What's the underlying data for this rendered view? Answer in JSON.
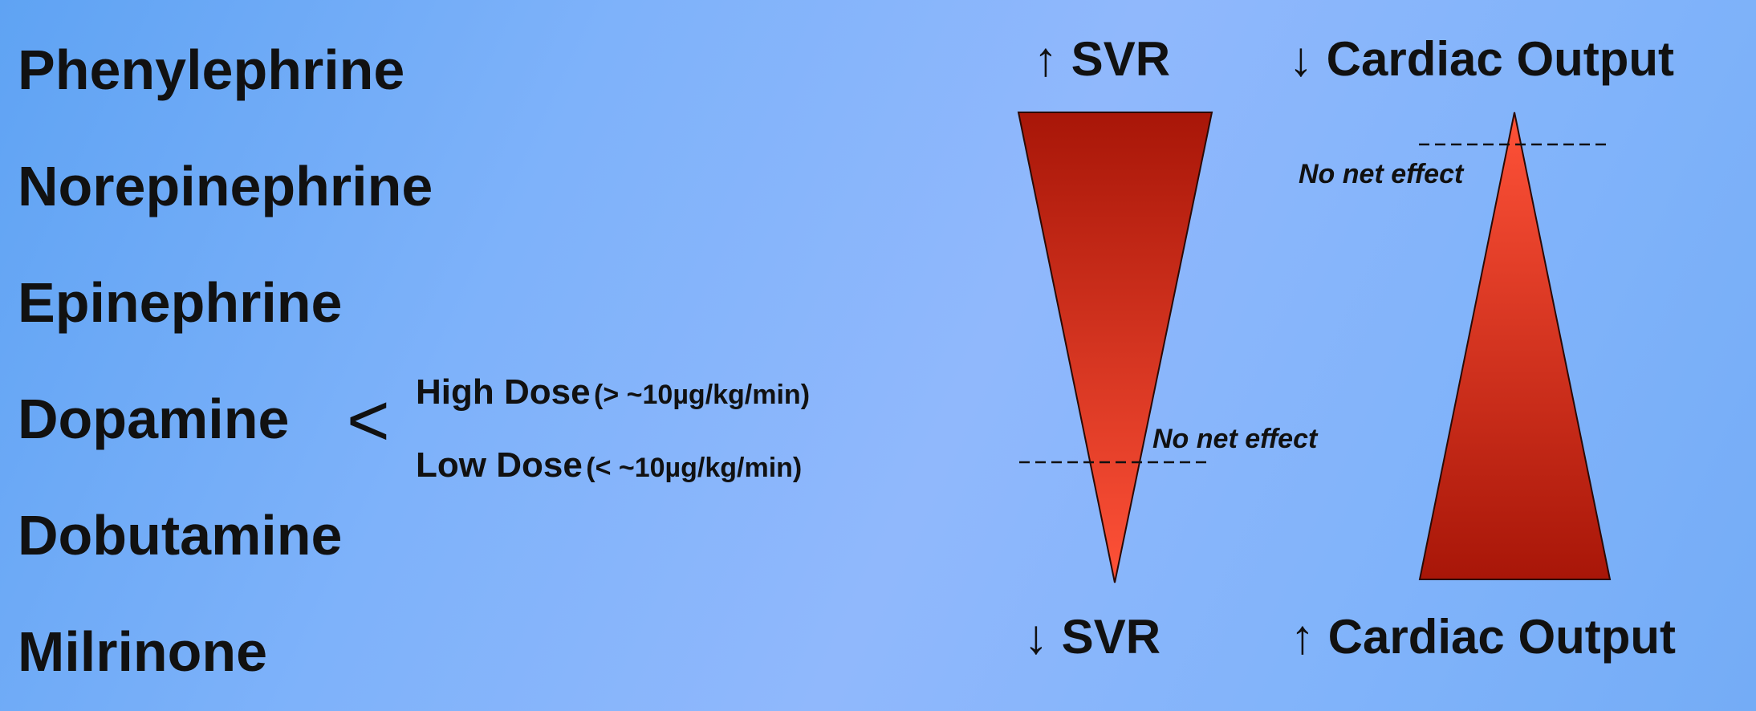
{
  "drugs": [
    "Phenylephrine",
    "Norepinephrine",
    "Epinephrine",
    "Dopamine",
    "Dobutamine",
    "Milrinone"
  ],
  "bracket": "<",
  "doses": {
    "high": {
      "label": "High Dose",
      "range": "(> ~10µg/kg/min)"
    },
    "low": {
      "label": "Low Dose",
      "range": "(< ~10µg/kg/min)"
    }
  },
  "axes": {
    "svr_top": {
      "arrow": "↑",
      "text": "SVR"
    },
    "co_top": {
      "arrow": "↓",
      "text": "Cardiac Output"
    },
    "svr_bottom": {
      "arrow": "↓",
      "text": "SVR"
    },
    "co_bottom": {
      "arrow": "↑",
      "text": "Cardiac Output"
    }
  },
  "notes": {
    "svr": "No net effect",
    "co": "No net effect"
  },
  "colors": {
    "triangle_dark": "#a81608",
    "triangle_light": "#ff5238"
  }
}
